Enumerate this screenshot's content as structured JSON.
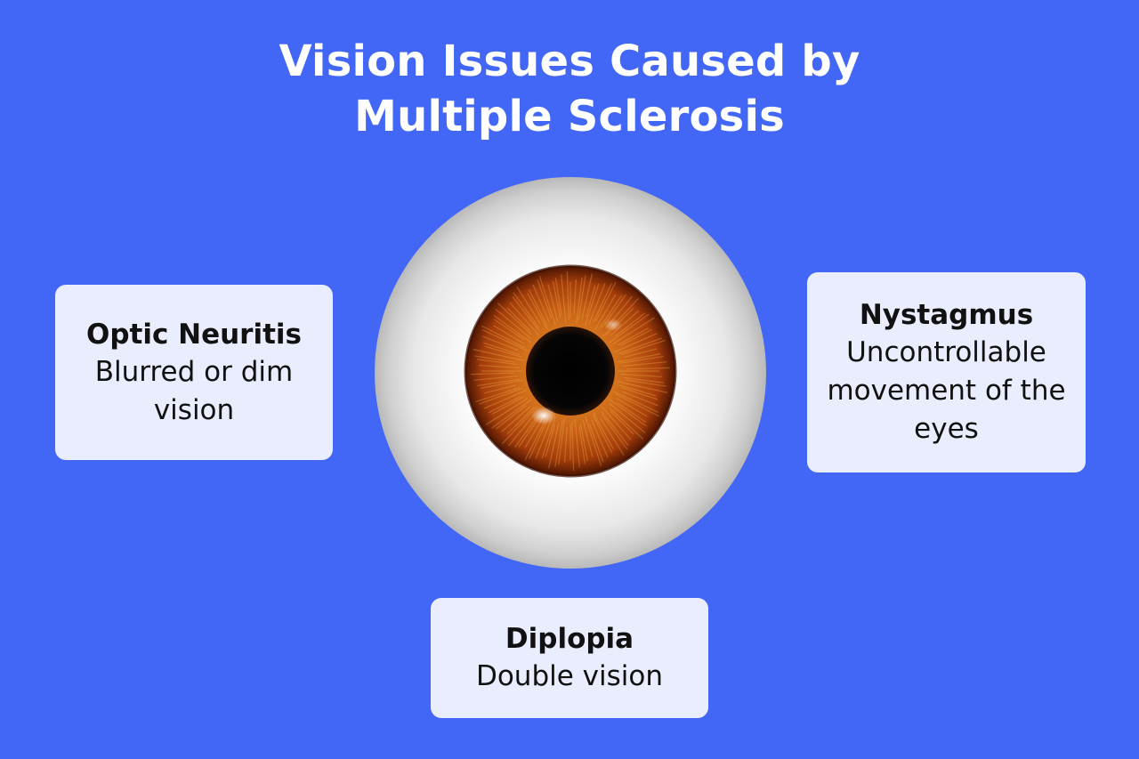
{
  "colors": {
    "background": "#4267f6",
    "card": "#e9edfd",
    "text": "#111111",
    "title": "#ffffff",
    "iris": "#b2470f",
    "pupil": "#000000"
  },
  "title": {
    "line1": "Vision Issues Caused by",
    "line2": "Multiple Sclerosis"
  },
  "central_image": {
    "icon": "eye-icon"
  },
  "conditions": {
    "optic_neuritis": {
      "name": "Optic Neuritis",
      "description": "Blurred or dim vision"
    },
    "nystagmus": {
      "name": "Nystagmus",
      "description": "Uncontrollable movement of the eyes"
    },
    "diplopia": {
      "name": "Diplopia",
      "description": "Double vision"
    }
  }
}
